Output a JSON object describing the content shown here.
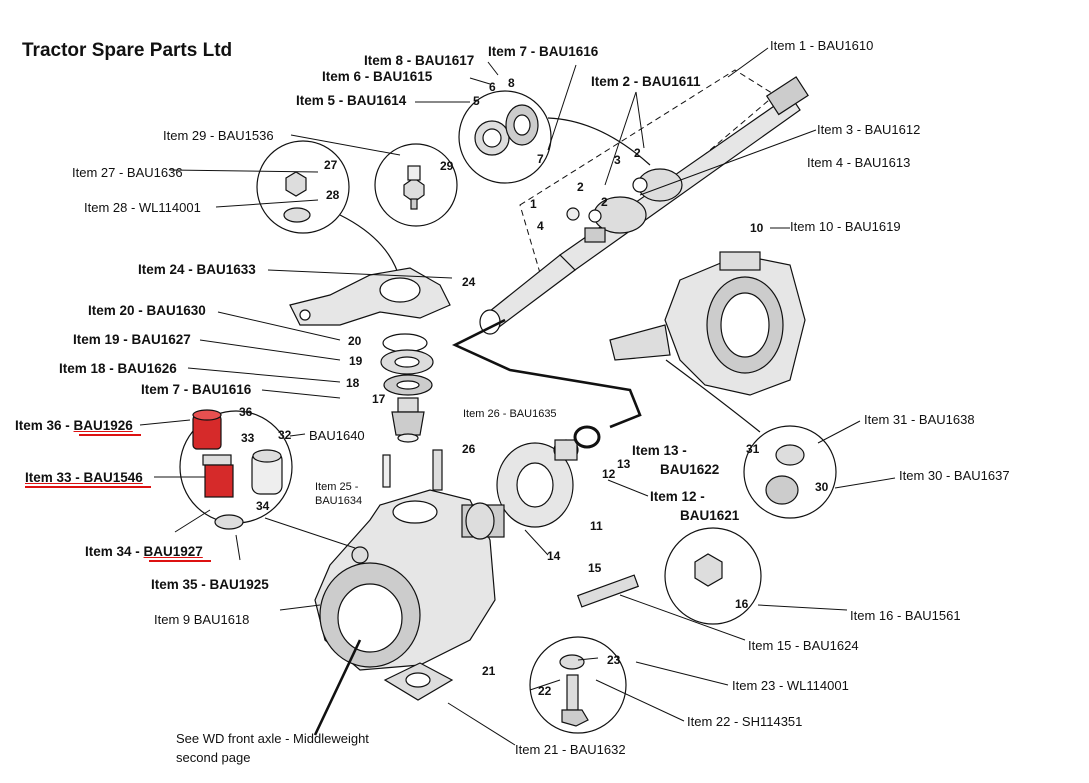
{
  "title": "Tractor Spare Parts Ltd",
  "labels": {
    "item1": "Item 1 - BAU1610",
    "item2": "Item 2 - BAU1611",
    "item3": "Item 3 - BAU1612",
    "item4": "Item 4 - BAU1613",
    "item5": "Item 5 - BAU1614",
    "item6": "Item 6 - BAU1615",
    "item7a": "Item 7 - BAU1616",
    "item7b": "Item 7 - BAU1616",
    "item8": "Item 8 - BAU1617",
    "item9": "Item 9 BAU1618",
    "item10": "Item 10 - BAU1619",
    "item12a": "Item 12 -",
    "item12b": "BAU1621",
    "item13a": "Item 13 -",
    "item13b": "BAU1622",
    "item15": "Item 15 - BAU1624",
    "item16": "Item 16 - BAU1561",
    "item18": "Item 18 - BAU1626",
    "item19": "Item 19 - BAU1627",
    "item20": "Item 20 - BAU1630",
    "item21": "Item 21 - BAU1632",
    "item22": "Item 22 - SH114351",
    "item23": "Item 23 - WL114001",
    "item24": "Item 24 - BAU1633",
    "item25a": "Item 25 -",
    "item25b": "BAU1634",
    "item26": "Item 26 - BAU1635",
    "item27": "Item 27 - BAU1636",
    "item28": "Item 28 - WL114001",
    "item29": "Item 29 - BAU1536",
    "item30": "Item 30 - BAU1637",
    "item31": "Item 31 - BAU1638",
    "item32": "BAU1640",
    "item33_prefix": "Item 33 - ",
    "item33_code": "BAU1546",
    "item34_prefix": "Item 34 - ",
    "item34_code": "BAU1927",
    "item35": "Item 35 - BAU1925",
    "item36_prefix": "Item 36 - ",
    "item36_code": "BAU1926",
    "note1": "See WD front axle - Middleweight",
    "note2": "second page"
  },
  "numbers": [
    "1",
    "2",
    "2",
    "2",
    "3",
    "4",
    "5",
    "6",
    "7",
    "8",
    "10",
    "11",
    "12",
    "13",
    "14",
    "15",
    "16",
    "17",
    "18",
    "19",
    "20",
    "21",
    "22",
    "23",
    "24",
    "26",
    "27",
    "28",
    "29",
    "30",
    "31",
    "32",
    "33",
    "34",
    "36"
  ],
  "colors": {
    "highlight": "#d11111",
    "part_fill": "#e6e6e6",
    "red_part": "#d62a2a"
  }
}
